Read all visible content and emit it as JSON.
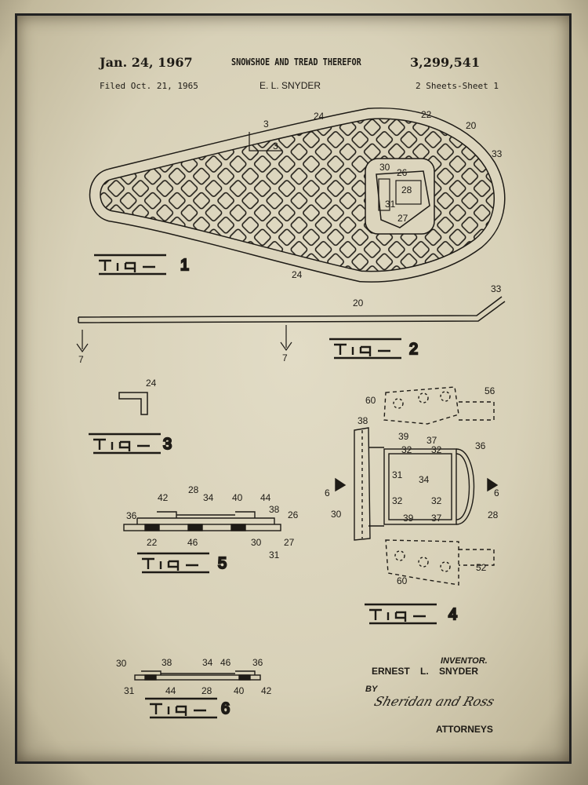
{
  "header": {
    "date": "Jan. 24, 1967",
    "title": "SNOWSHOE AND TREAD THEREFOR",
    "patent_number": "3,299,541",
    "filed": "Filed Oct. 21, 1965",
    "inventor_short": "E. L. SNYDER",
    "sheets": "2 Sheets-Sheet 1"
  },
  "footer": {
    "inventor_label": "INVENTOR.",
    "inventor_name": "ERNEST L. SNYDER",
    "by": "BY",
    "signature": "Sheridan and Ross",
    "attorneys": "ATTORNEYS"
  },
  "figures": {
    "fig1": {
      "number": "1",
      "labels": [
        "3",
        "3",
        "24",
        "22",
        "20",
        "33",
        "30",
        "26",
        "28",
        "31",
        "27",
        "24"
      ]
    },
    "fig2": {
      "number": "2",
      "labels": [
        "20",
        "33",
        "7",
        "7"
      ]
    },
    "fig3": {
      "number": "3",
      "labels": [
        "24"
      ]
    },
    "fig4": {
      "number": "4",
      "labels": [
        "60",
        "56",
        "38",
        "39",
        "37",
        "32",
        "32",
        "36",
        "31",
        "34",
        "6",
        "6",
        "30",
        "32",
        "32",
        "39",
        "37",
        "28",
        "52",
        "60"
      ]
    },
    "fig5": {
      "number": "5",
      "labels": [
        "28",
        "42",
        "34",
        "40",
        "44",
        "36",
        "38",
        "26",
        "22",
        "46",
        "30",
        "27",
        "31"
      ]
    },
    "fig6": {
      "number": "6",
      "labels": [
        "30",
        "38",
        "34",
        "46",
        "36",
        "31",
        "44",
        "28",
        "40",
        "42"
      ]
    }
  },
  "colors": {
    "ink": "#1e1b16",
    "paper": "#dcd5bd"
  }
}
